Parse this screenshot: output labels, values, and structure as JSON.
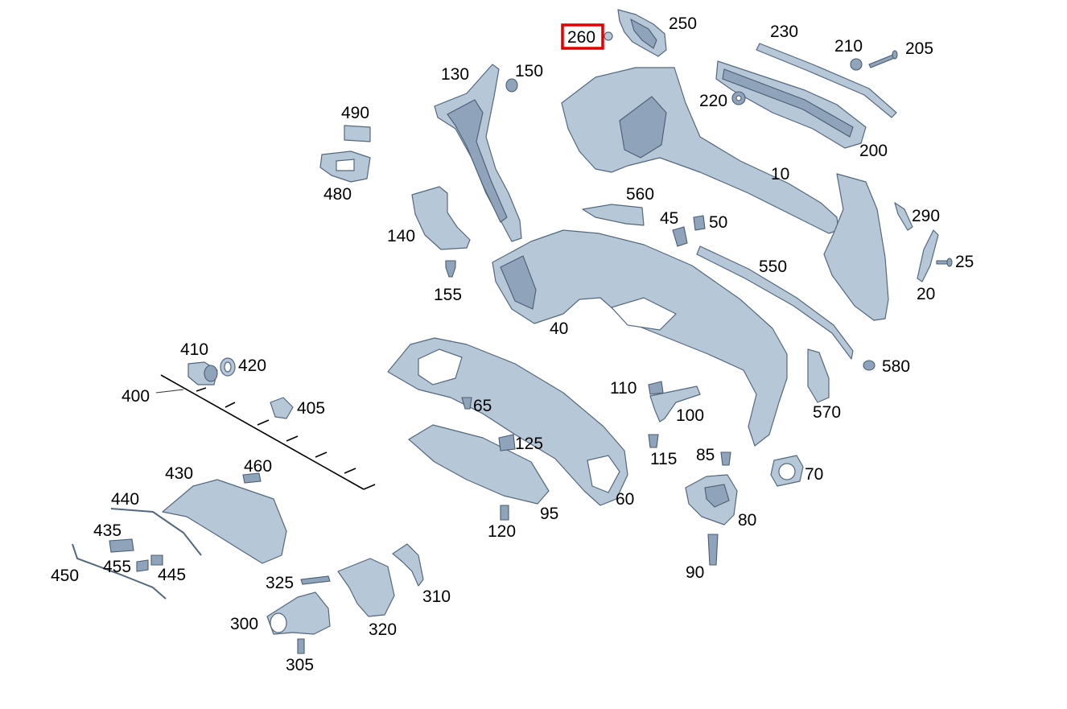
{
  "colors": {
    "part_fill": "#b6c7d8",
    "part_stroke": "#54687d",
    "highlight": "#e00000",
    "label": "#000000"
  },
  "highlighted_callout": "260",
  "callouts": {
    "c10": "10",
    "c20": "20",
    "c25": "25",
    "c40": "40",
    "c45": "45",
    "c50": "50",
    "c60": "60",
    "c65": "65",
    "c70": "70",
    "c80": "80",
    "c85": "85",
    "c90": "90",
    "c95": "95",
    "c100": "100",
    "c110": "110",
    "c115": "115",
    "c120": "120",
    "c125": "125",
    "c130": "130",
    "c140": "140",
    "c150": "150",
    "c155": "155",
    "c200": "200",
    "c205": "205",
    "c210": "210",
    "c220": "220",
    "c230": "230",
    "c250": "250",
    "c260": "260",
    "c290": "290",
    "c300": "300",
    "c305": "305",
    "c310": "310",
    "c320": "320",
    "c325": "325",
    "c400": "400",
    "c405": "405",
    "c410": "410",
    "c420": "420",
    "c430": "430",
    "c435": "435",
    "c440": "440",
    "c445": "445",
    "c450": "450",
    "c455": "455",
    "c460": "460",
    "c480": "480",
    "c490": "490",
    "c550": "550",
    "c560": "560",
    "c570": "570",
    "c580": "580"
  }
}
